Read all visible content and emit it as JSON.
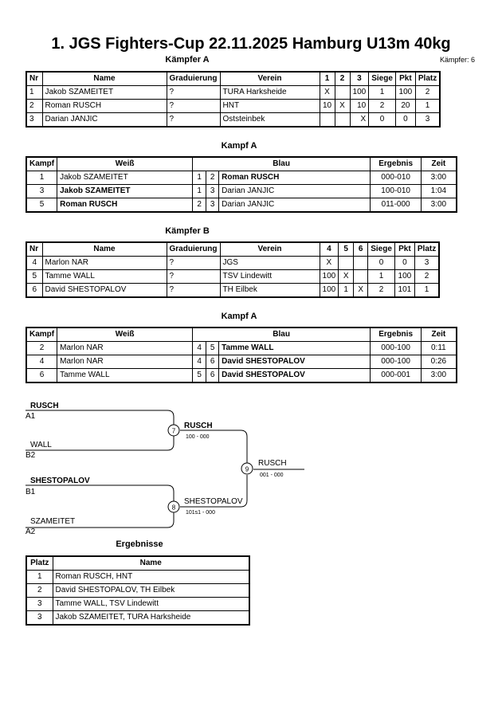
{
  "header": {
    "title": "1. JGS Fighters-Cup  22.11.2025  Hamburg   U13m 40kg",
    "fighter_count": "Kämpfer: 6"
  },
  "pool_a": {
    "title": "Kämpfer A",
    "headers": [
      "Nr",
      "Name",
      "Graduierung",
      "Verein",
      "1",
      "2",
      "3",
      "Siege",
      "Pkt",
      "Platz"
    ],
    "rows": [
      [
        "1",
        "Jakob SZAMEITET",
        "?",
        "TURA Harksheide",
        "X",
        "",
        "100",
        "1",
        "100",
        "2"
      ],
      [
        "2",
        "Roman RUSCH",
        "?",
        "HNT",
        "10",
        "X",
        "10",
        "2",
        "20",
        "1"
      ],
      [
        "3",
        "Darian JANJIC",
        "?",
        "Oststeinbek",
        "",
        "",
        "X",
        "0",
        "0",
        "3"
      ]
    ]
  },
  "bouts_a": {
    "title": "Kampf A",
    "headers": [
      "Kampf",
      "Weiß",
      "Blau",
      "Ergebnis",
      "Zeit"
    ],
    "rows": [
      {
        "kampf": "1",
        "weiss": "Jakob SZAMEITET",
        "w": "1",
        "b": "2",
        "blau": "Roman RUSCH",
        "ergebnis": "000-010",
        "zeit": "3:00",
        "winner": "blau"
      },
      {
        "kampf": "3",
        "weiss": "Jakob SZAMEITET",
        "w": "1",
        "b": "3",
        "blau": "Darian JANJIC",
        "ergebnis": "100-010",
        "zeit": "1:04",
        "winner": "weiss"
      },
      {
        "kampf": "5",
        "weiss": "Roman RUSCH",
        "w": "2",
        "b": "3",
        "blau": "Darian JANJIC",
        "ergebnis": "011-000",
        "zeit": "3:00",
        "winner": "weiss"
      }
    ]
  },
  "pool_b": {
    "title": "Kämpfer B",
    "headers": [
      "Nr",
      "Name",
      "Graduierung",
      "Verein",
      "4",
      "5",
      "6",
      "Siege",
      "Pkt",
      "Platz"
    ],
    "rows": [
      [
        "4",
        "Marlon NAR",
        "?",
        "JGS",
        "X",
        "",
        "",
        "0",
        "0",
        "3"
      ],
      [
        "5",
        "Tamme WALL",
        "?",
        "TSV Lindewitt",
        "100",
        "X",
        "",
        "1",
        "100",
        "2"
      ],
      [
        "6",
        "David SHESTOPALOV",
        "?",
        "TH Eilbek",
        "100",
        "1",
        "X",
        "2",
        "101",
        "1"
      ]
    ]
  },
  "bouts_b": {
    "title": "Kampf A",
    "headers": [
      "Kampf",
      "Weiß",
      "Blau",
      "Ergebnis",
      "Zeit"
    ],
    "rows": [
      {
        "kampf": "2",
        "weiss": "Marlon NAR",
        "w": "4",
        "b": "5",
        "blau": "Tamme WALL",
        "ergebnis": "000-100",
        "zeit": "0:11",
        "winner": "blau"
      },
      {
        "kampf": "4",
        "weiss": "Marlon NAR",
        "w": "4",
        "b": "6",
        "blau": "David SHESTOPALOV",
        "ergebnis": "000-100",
        "zeit": "0:26",
        "winner": "blau"
      },
      {
        "kampf": "6",
        "weiss": "Tamme WALL",
        "w": "5",
        "b": "6",
        "blau": "David SHESTOPALOV",
        "ergebnis": "000-001",
        "zeit": "3:00",
        "winner": "blau"
      }
    ]
  },
  "bracket": {
    "sf1_top_name": "RUSCH",
    "sf1_top_seed": "A1",
    "sf1_bottom_name": "WALL",
    "sf1_bottom_seed": "B2",
    "sf1_number": "7",
    "sf1_winner": "RUSCH",
    "sf1_score": "100 - 000",
    "sf2_top_name": "SHESTOPALOV",
    "sf2_top_seed": "B1",
    "sf2_bottom_name": "SZAMEITET",
    "sf2_bottom_seed": "A2",
    "sf2_number": "8",
    "sf2_winner": "SHESTOPALOV",
    "sf2_score": "101s1 - 000",
    "final_number": "9",
    "final_winner": "RUSCH",
    "final_score": "001 - 000"
  },
  "results": {
    "title": "Ergebnisse",
    "headers": [
      "Platz",
      "Name"
    ],
    "rows": [
      [
        "1",
        "Roman RUSCH, HNT"
      ],
      [
        "2",
        "David SHESTOPALOV, TH Eilbek"
      ],
      [
        "3",
        "Tamme WALL, TSV Lindewitt"
      ],
      [
        "3",
        "Jakob SZAMEITET, TURA Harksheide"
      ]
    ]
  }
}
